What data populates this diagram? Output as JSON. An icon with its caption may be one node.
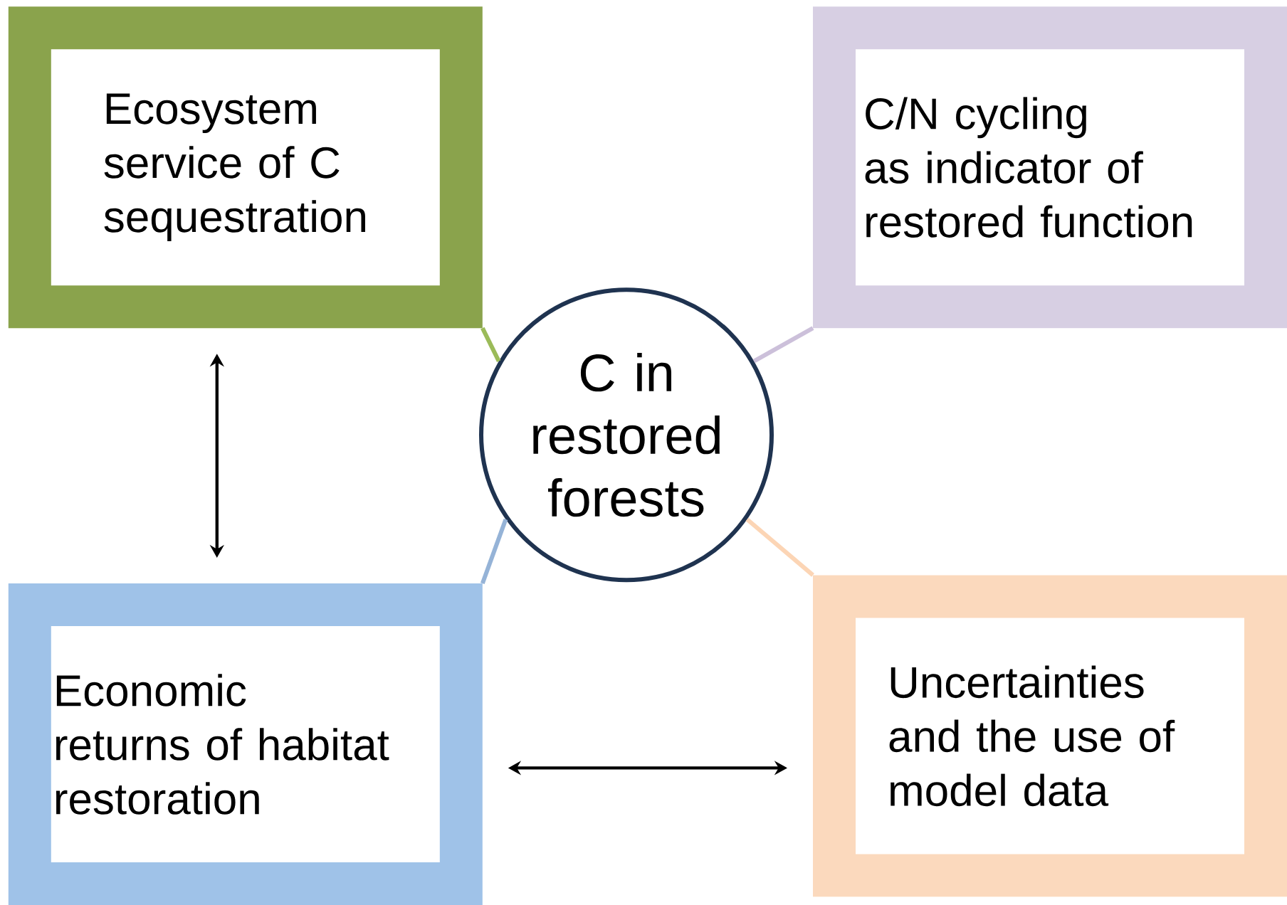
{
  "diagram": {
    "nodes": [
      {
        "text": [
          "Ecosystem service of C sequestration"
        ]
      },
      {
        "text": [
          "C/N cycling as indicator of restored function"
        ]
      },
      {
        "text": [
          "C in restored forests"
        ]
      },
      {
        "text": [
          "Economic returns of habitat restoration"
        ]
      },
      {
        "text": [
          "Uncertainties and the use of model data"
        ]
      }
    ],
    "edges": [
      {
        "from": 0,
        "to": 3,
        "arrow": "both"
      },
      {
        "from": 3,
        "to": 4,
        "arrow": "both"
      },
      {
        "from": 0,
        "to": 2,
        "arrow": "none",
        "color": "#9bbb59"
      },
      {
        "from": 1,
        "to": 2,
        "arrow": "none",
        "color": "#ccc0da"
      },
      {
        "from": 3,
        "to": 2,
        "arrow": "none",
        "color": "#95b3d7"
      },
      {
        "from": 4,
        "to": 2,
        "arrow": "none",
        "color": "#fcd5b5"
      }
    ]
  }
}
